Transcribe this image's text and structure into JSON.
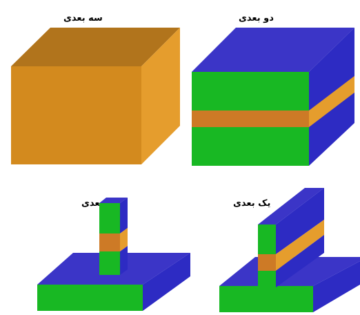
{
  "panels": [
    {
      "label": "سه بعدی"
    },
    {
      "label": "دو بعدی"
    },
    {
      "label": "صفر بعدی"
    },
    {
      "label": "یک بعدی"
    }
  ],
  "colors": {
    "orange_front": "#d38a1e",
    "orange_top": "#b1741c",
    "orange_side": "#e59d2d",
    "orange_band": "#cd7a26",
    "blue_top": "#3b35c7",
    "blue_side": "#2d2bc3",
    "green": "#18b823",
    "background": "#ffffff",
    "label": "#000000"
  }
}
